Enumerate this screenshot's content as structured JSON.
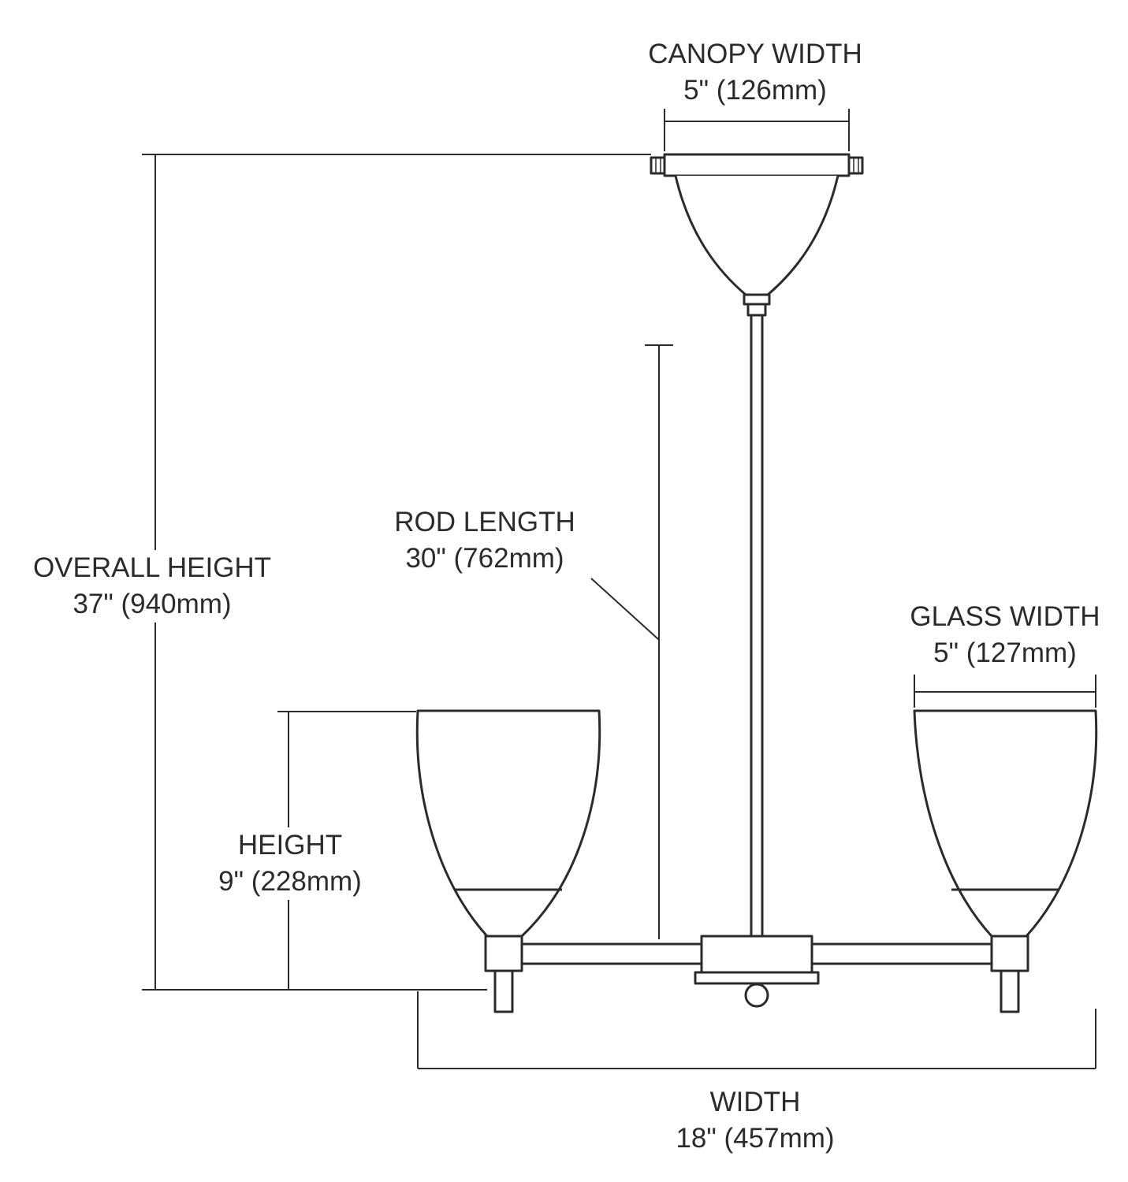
{
  "colors": {
    "line": "#2b2b2b",
    "background": "#ffffff"
  },
  "labels": {
    "canopy_width": {
      "title": "CANOPY WIDTH",
      "value": "5\" (126mm)"
    },
    "overall_height": {
      "title": "OVERALL HEIGHT",
      "value": "37\" (940mm)"
    },
    "rod_length": {
      "title": "ROD LENGTH",
      "value": "30\" (762mm)"
    },
    "glass_width": {
      "title": "GLASS WIDTH",
      "value": "5\" (127mm)"
    },
    "height": {
      "title": "HEIGHT",
      "value": "9\" (228mm)"
    },
    "width": {
      "title": "WIDTH",
      "value": "18\" (457mm)"
    }
  }
}
